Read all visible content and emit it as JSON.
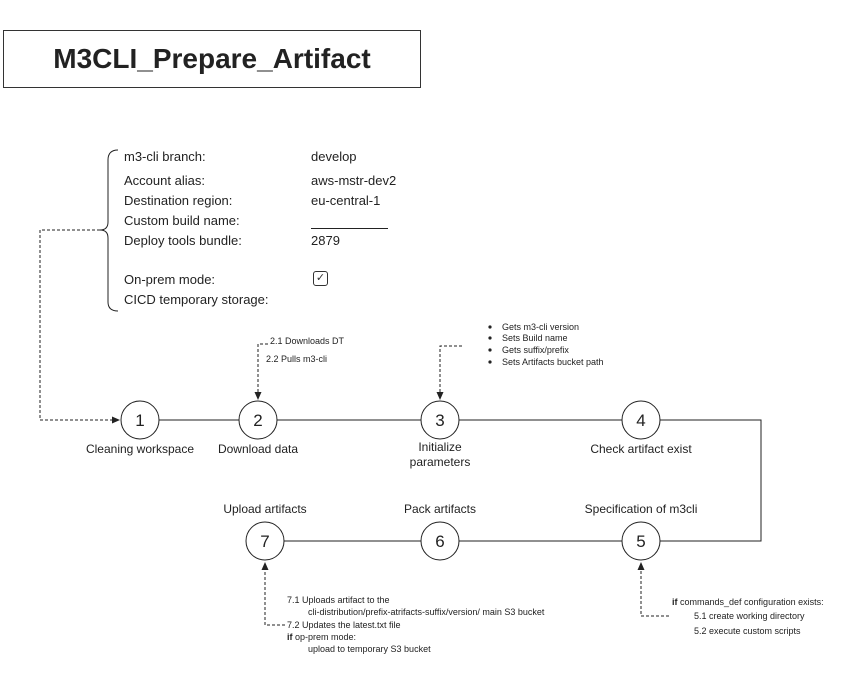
{
  "title": "M3CLI_Prepare_Artifact",
  "params": [
    {
      "label": "m3-cli branch:",
      "value": "develop"
    },
    {
      "label": "Account alias:",
      "value": "aws-mstr-dev2"
    },
    {
      "label": "Destination region:",
      "value": "eu-central-1"
    },
    {
      "label": "Custom build name:",
      "value": ""
    },
    {
      "label": "Deploy tools bundle:",
      "value": "2879"
    },
    {
      "label": "On-prem mode:",
      "value": "✓"
    },
    {
      "label": "CICD temporary storage:",
      "value": ""
    }
  ],
  "steps": [
    {
      "num": "1",
      "label": "Cleaning workspace"
    },
    {
      "num": "2",
      "label": "Download data"
    },
    {
      "num": "3",
      "label_lines": [
        "Initialize",
        "parameters"
      ]
    },
    {
      "num": "4",
      "label": "Check artifact exist"
    },
    {
      "num": "5",
      "label": "Specification of m3cli"
    },
    {
      "num": "6",
      "label": "Pack artifacts"
    },
    {
      "num": "7",
      "label": "Upload artifacts"
    }
  ],
  "notes": {
    "step2": [
      "2.1 Downloads DT",
      "2.2 Pulls m3-cli"
    ],
    "step3": [
      "Gets m3-cli version",
      "Sets Build name",
      "Gets suffix/prefix",
      "Sets Artifacts bucket path"
    ],
    "step5": {
      "cond_keyword": "if",
      "cond_rest": "commands_def configuration exists:",
      "items": [
        "5.1 create working directory",
        "5.2 execute custom scripts"
      ]
    },
    "step7": {
      "line1": "7.1 Uploads artifact to the",
      "line2": "cli-distribution/prefix-atrifacts-suffix/version/ main S3 bucket",
      "line3": "7.2 Updates the latest.txt file",
      "cond_keyword": "if",
      "cond_rest": "op-prem mode:",
      "line5": "upload to temporary S3 bucket"
    }
  },
  "colors": {
    "line": "#222222",
    "node_fill": "#ffffff"
  }
}
